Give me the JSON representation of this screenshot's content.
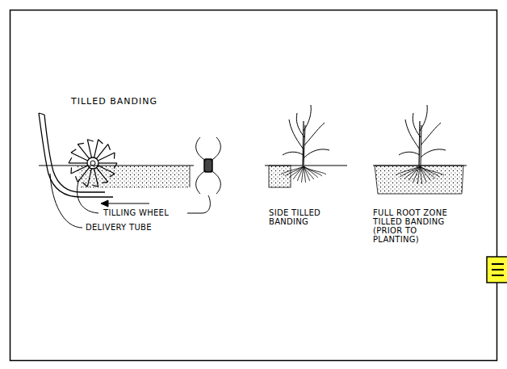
{
  "diagram": {
    "title": "TILLED BANDING",
    "labels": [
      "TILLING WHEEL",
      "DELIVERY TUBE",
      "SIDE TILLED BANDING",
      "FULL ROOT ZONE TILLED BANDING (PRIOR TO PLANTING)"
    ]
  }
}
